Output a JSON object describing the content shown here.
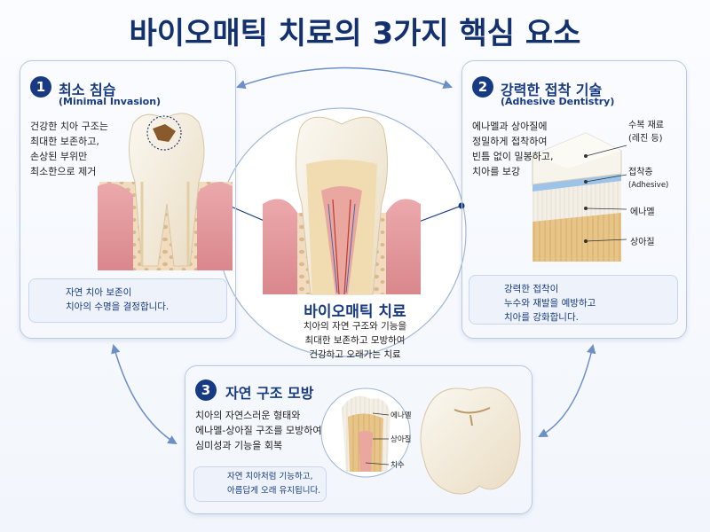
{
  "title": "바이오매틱 치료의 3가지 핵심 요소",
  "center": {
    "title": "바이오매틱 치료",
    "desc": [
      "치아의 자연 구조와 기능을",
      "최대한 보존하고 모방하여",
      "건강하고 오래가는 치료"
    ]
  },
  "cards": [
    {
      "number": "1",
      "title": "최소 침습",
      "subtitle": "(Minimal Invasion)",
      "desc": [
        "건강한 치아 구조는",
        "최대한 보존하고,",
        "손상된 부위만",
        "최소한으로 제거"
      ],
      "note": [
        "자연 치아 보존이",
        "치아의 수명을 결정합니다."
      ],
      "note_icon": "leaf-icon"
    },
    {
      "number": "2",
      "title": "강력한 접착 기술",
      "subtitle": "(Adhesive Dentistry)",
      "desc": [
        "에나멜과 상아질에",
        "정밀하게 접착하여",
        "빈틈 없이 밀봉하고,",
        "치아를 보강"
      ],
      "labels": {
        "restoration": [
          "수복 재료",
          "(레진 등)"
        ],
        "adhesive": [
          "접착층",
          "(Adhesive)"
        ],
        "enamel": "에나멜",
        "dentin": "상아질"
      },
      "note": [
        "강력한 접착이",
        "누수와 재발을 예방하고",
        "치아를 강화합니다."
      ],
      "note_icon": "shield-icon"
    },
    {
      "number": "3",
      "title": "자연 구조 모방",
      "desc": [
        "치아의 자연스러운 형태와",
        "에나멜-상아질 구조를 모방하여",
        "심미성과 기능을 회복"
      ],
      "labels": {
        "enamel": "에나멜",
        "dentin": "상아질",
        "pulp": "치수"
      },
      "note": [
        "자연 치아처럼 기능하고,",
        "아름답게 오래 유지됩니다."
      ],
      "note_icon": "tooth-icon"
    }
  ],
  "colors": {
    "navy": "#173a82",
    "border": "#b9c9e4",
    "gum": "#e2959a",
    "enamel": "#f4ecdc",
    "dentin": "#e9c98f"
  }
}
